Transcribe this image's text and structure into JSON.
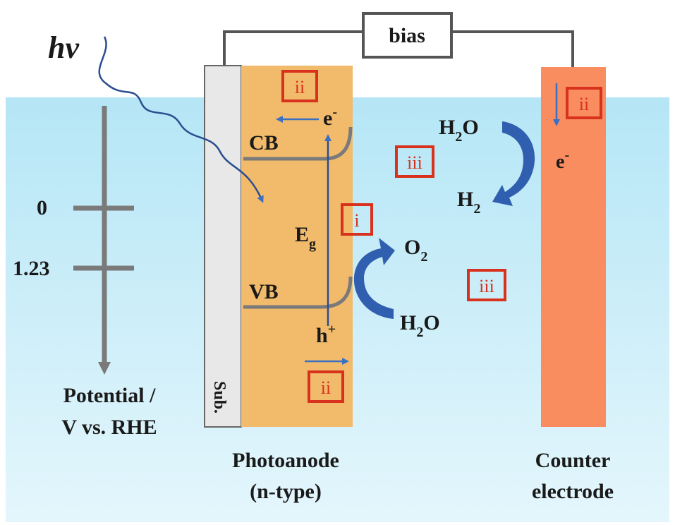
{
  "light": {
    "label": "hv"
  },
  "bias": {
    "label": "bias"
  },
  "potential_axis": {
    "tick_zero": "0",
    "tick_water": "1.23",
    "title_line1": "Potential /",
    "title_line2": "V vs. RHE"
  },
  "substrate": {
    "label": "Sub."
  },
  "photoanode": {
    "cb_label": "CB",
    "vb_label": "VB",
    "gap_label": "E",
    "gap_sub": "g",
    "electron": "e",
    "electron_sup": "-",
    "hole": "h",
    "hole_sup": "+",
    "title_line1": "Photoanode",
    "title_line2": "(n-type)"
  },
  "anode_reaction": {
    "reactant": "H",
    "reactant_sub": "2",
    "reactant_tail": "O",
    "product": "O",
    "product_sub": "2"
  },
  "cathode_reaction": {
    "reactant": "H",
    "reactant_sub": "2",
    "reactant_tail": "O",
    "product": "H",
    "product_sub": "2",
    "electron": "e",
    "electron_sup": "-"
  },
  "counter_electrode": {
    "title_line1": "Counter",
    "title_line2": "electrode"
  },
  "steps": {
    "absorption": "i",
    "transport": "ii",
    "surface_reaction": "iii"
  },
  "colors": {
    "electrolyte_top": "#b5e6f6",
    "electrolyte_bottom": "#e4f6fc",
    "photoanode": "#f1bb6b",
    "counter_electrode": "#f98d5f",
    "substrate": "#e8e8e8",
    "arrow_blue": "#3a6fc2",
    "reaction_arrow": "#2f5fae",
    "step_box": "#d8321e",
    "line_gray": "#7a7a7a"
  }
}
